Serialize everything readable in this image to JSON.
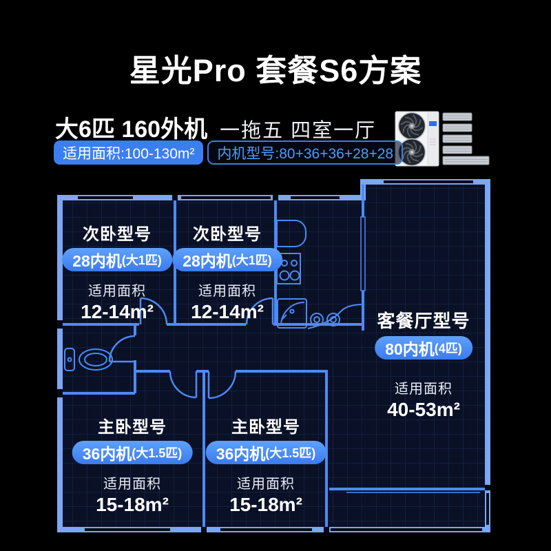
{
  "header": {
    "title": "星光Pro 套餐S6方案",
    "spec_bold": "大6匹 160外机",
    "spec_light": "一拖五 四室一厅",
    "area_pill": "适用面积:100-130m²",
    "models_pill": "内机型号:80+36+36+28+28"
  },
  "equipment": {
    "outdoor_unit_icon": "outdoor-unit",
    "indoor_unit_icon": "indoor-unit",
    "indoor_unit_count": 5
  },
  "rooms": [
    {
      "name": "次卧型号",
      "unit": "28内机",
      "power": "(大1匹)",
      "area_label": "适用面积",
      "area": "12-14m²"
    },
    {
      "name": "次卧型号",
      "unit": "28内机",
      "power": "(大1匹)",
      "area_label": "适用面积",
      "area": "12-14m²"
    },
    {
      "name": "客餐厅型号",
      "unit": "80内机",
      "power": "(4匹)",
      "area_label": "适用面积",
      "area": "40-53m²"
    },
    {
      "name": "主卧型号",
      "unit": "36内机",
      "power": "(大1.5匹)",
      "area_label": "适用面积",
      "area": "15-18m²"
    },
    {
      "name": "主卧型号",
      "unit": "36内机",
      "power": "(大1.5匹)",
      "area_label": "适用面积",
      "area": "15-18m²"
    }
  ],
  "colors": {
    "background": "#000000",
    "plan_background": "#0a1126",
    "grid_line": "#1e2c55",
    "outer_wall": "#7ba7f4",
    "inner_wall": "#4c8bf5",
    "accent_blue": "#3b7ef0",
    "pill_gradient_top": "#5fa1fa",
    "pill_gradient_bottom": "#3a7bef",
    "models_pill_text": "#4f9cf6"
  }
}
